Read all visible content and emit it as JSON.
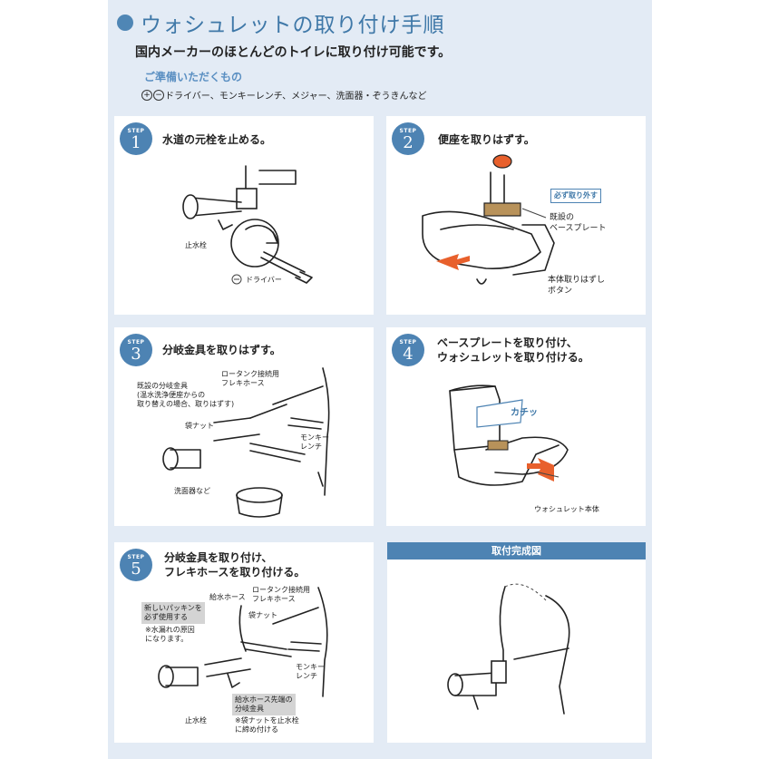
{
  "header": {
    "title": "ウォシュレットの取り付け手順",
    "subtitle": "国内メーカーのほとんどのトイレに取り付け可能です。",
    "prep_heading": "ご準備いただくもの",
    "tools_plus": "+",
    "tools_minus": "−",
    "tools": "ドライバー、モンキーレンチ、メジャー、洗面器・ぞうきんなど"
  },
  "steps": [
    {
      "label": "STEP",
      "number": "1",
      "text": "水道の元栓を止める。",
      "callouts": {
        "stopcock": "止水栓",
        "minus": "−",
        "driver": "ドライバー"
      }
    },
    {
      "label": "STEP",
      "number": "2",
      "text": "便座を取りはずす。",
      "callouts": {
        "must_remove": "必ず取り外す",
        "base_plate": "既設の\nベースプレート",
        "release_button": "本体取りはずし\nボタン"
      }
    },
    {
      "label": "STEP",
      "number": "3",
      "text": "分岐金具を取りはずす。",
      "callouts": {
        "low_tank": "ロータンク接続用\nフレキホース",
        "existing_fitting": "既設の分岐金具\n(温水洗浄便座からの\n取り替えの場合、取りはずす)",
        "bag_nut": "袋ナット",
        "wrench": "モンキー\nレンチ",
        "basin": "洗面器など"
      }
    },
    {
      "label": "STEP",
      "number": "4",
      "text": "ベースプレートを取り付け、\nウォシュレットを取り付ける。",
      "callouts": {
        "click": "カチッ",
        "body": "ウォシュレット本体"
      }
    },
    {
      "label": "STEP",
      "number": "5",
      "text": "分岐金具を取り付け、\nフレキホースを取り付ける。",
      "callouts": {
        "new_packing": "新しいパッキンを\n必ず使用する",
        "leak_note": "※水漏れの原因\nになります。",
        "supply_hose": "給水ホース",
        "low_tank": "ロータンク接続用\nフレキホース",
        "bag_nut": "袋ナット",
        "wrench": "モンキー\nレンチ",
        "fitting_note": "給水ホース先端の\n分岐金具",
        "tighten_note": "※袋ナットを止水栓\nに締め付ける",
        "stopcock": "止水栓"
      }
    }
  ],
  "complete": {
    "title": "取付完成図"
  },
  "colors": {
    "accent": "#4d83b3",
    "panel_bg": "#e3ebf5",
    "arrow": "#e8602c"
  }
}
